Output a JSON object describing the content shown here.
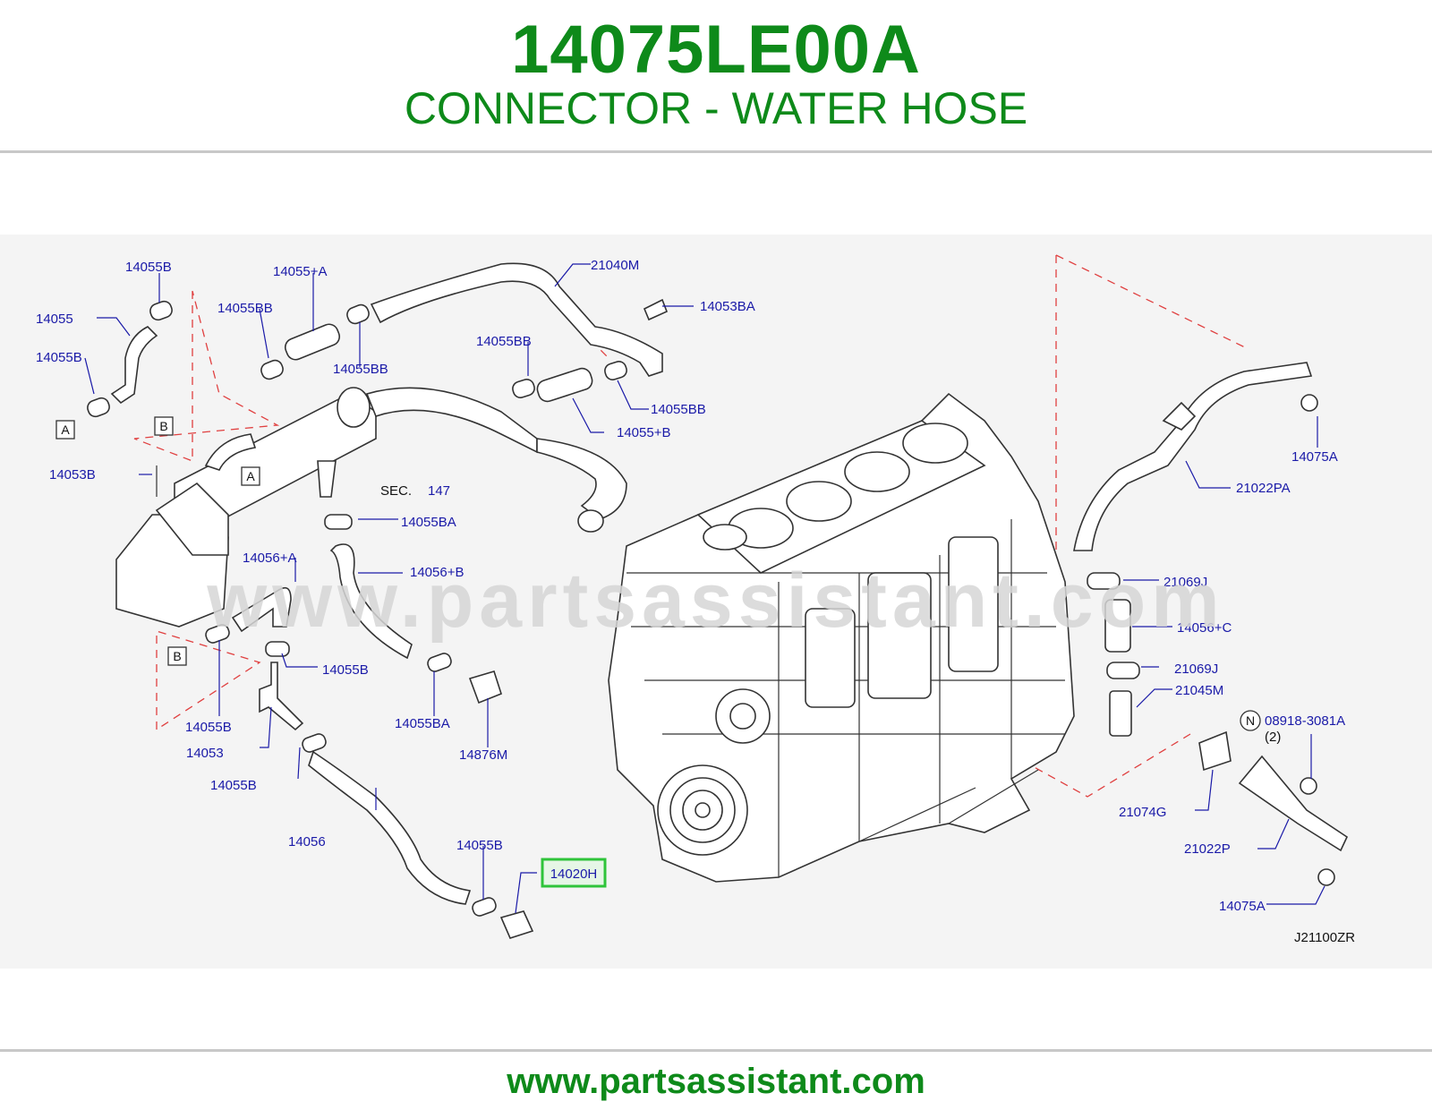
{
  "header": {
    "part_number": "14075LE00A",
    "part_name": "CONNECTOR - WATER HOSE"
  },
  "watermark": "www.partsassistant.com",
  "footer": {
    "url": "www.partsassistant.com"
  },
  "highlight_color": "#2fc43a",
  "brand_color": "#0e8a1a",
  "label_color": "#1a1aa8",
  "diagram": {
    "drawing_code": "J21100ZR",
    "sec_ref": {
      "prefix": "SEC.",
      "number": "147"
    },
    "highlighted_label": "14020H",
    "labels": {
      "l_14055B_top": "14055B",
      "l_14055": "14055",
      "l_14055B_left": "14055B",
      "l_14055pA": "14055+A",
      "l_14055BB_1": "14055BB",
      "l_14055BB_2": "14055BB",
      "l_21040M": "21040M",
      "l_14053BA": "14053BA",
      "l_14055BB_3": "14055BB",
      "l_14055BB_4": "14055BB",
      "l_14055pB": "14055+B",
      "l_14053B": "14053B",
      "l_14055BA_1": "14055BA",
      "l_14056pA": "14056+A",
      "l_14056pB": "14056+B",
      "l_14055B_mid": "14055B",
      "l_14055B_low": "14055B",
      "l_14053": "14053",
      "l_14055BA_2": "14055BA",
      "l_14876M": "14876M",
      "l_14055B_b2": "14055B",
      "l_14056": "14056",
      "l_14055B_b3": "14055B",
      "l_14075A_1": "14075A",
      "l_21022PA": "21022PA",
      "l_21069J_1": "21069J",
      "l_14056pC": "14056+C",
      "l_21069J_2": "21069J",
      "l_21045M": "21045M",
      "l_N_code": "08918-3081A",
      "l_N_qty": "(2)",
      "l_21074G": "21074G",
      "l_21022P": "21022P",
      "l_14075A_2": "14075A"
    },
    "ref_boxes": {
      "A": "A",
      "B": "B",
      "N": "N"
    }
  }
}
